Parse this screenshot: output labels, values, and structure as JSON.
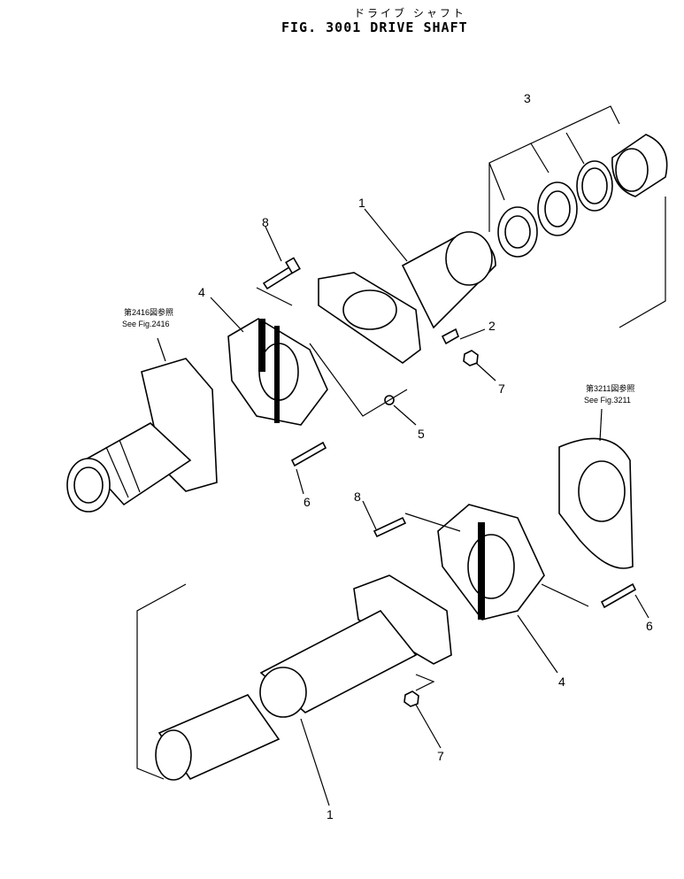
{
  "title_jp": "ドライブ  シャフト",
  "title": "FIG. 3001  DRIVE SHAFT",
  "callouts": [
    "1",
    "2",
    "3",
    "4",
    "5",
    "6",
    "7",
    "8",
    "1",
    "4",
    "6",
    "7",
    "8"
  ],
  "refs": {
    "ref_a_jp": "第2416図参照",
    "ref_a_en": "See Fig.2416",
    "ref_b_jp": "第3211図参照",
    "ref_b_en": "See Fig.3211"
  }
}
